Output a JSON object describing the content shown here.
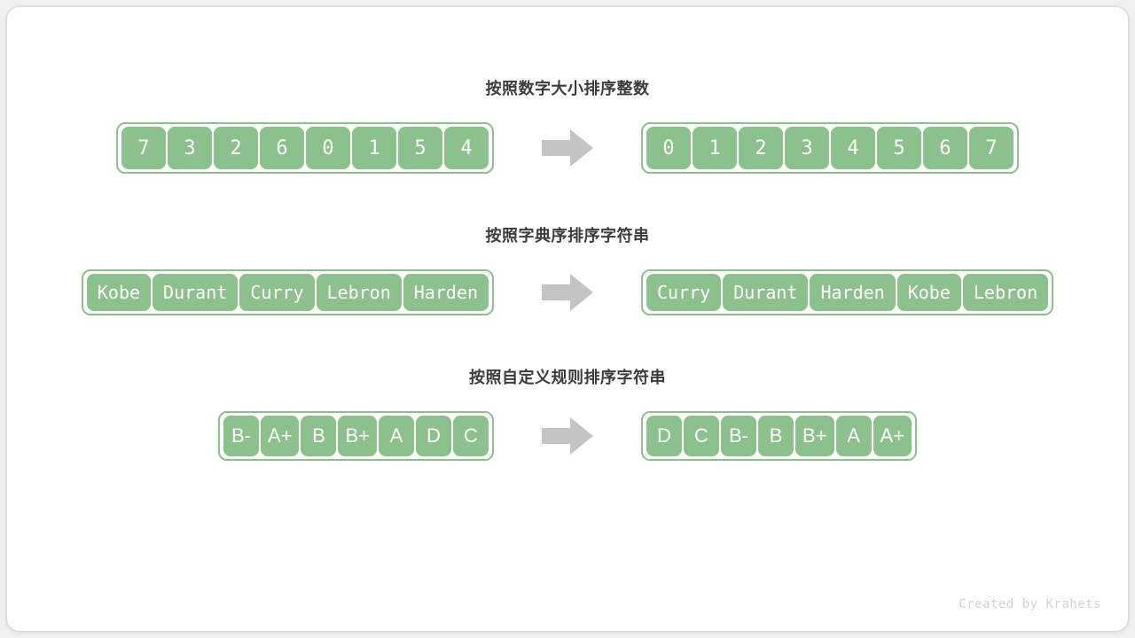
{
  "canvas": {
    "background": "#f0f0f0",
    "card_background": "#ffffff"
  },
  "colors": {
    "cell_fill": "#8cc08c",
    "cell_text": "#ffffff",
    "container_border": "#8cc08c",
    "title_text": "#3c3c3c",
    "arrow_fill": "#c4c4c4",
    "footer_text": "#d2d2d2"
  },
  "sections": [
    {
      "title": "按照数字大小排序整数",
      "kind": "num",
      "before": [
        "7",
        "3",
        "2",
        "6",
        "0",
        "1",
        "5",
        "4"
      ],
      "after": [
        "0",
        "1",
        "2",
        "3",
        "4",
        "5",
        "6",
        "7"
      ],
      "arrow": "right-arrow-icon"
    },
    {
      "title": "按照字典序排序字符串",
      "kind": "str",
      "before": [
        "Kobe",
        "Durant",
        "Curry",
        "Lebron",
        "Harden"
      ],
      "after": [
        "Curry",
        "Durant",
        "Harden",
        "Kobe",
        "Lebron"
      ],
      "arrow": "right-arrow-icon"
    },
    {
      "title": "按照自定义规则排序字符串",
      "kind": "grade",
      "before": [
        "B-",
        "A+",
        "B",
        "B+",
        "A",
        "D",
        "C"
      ],
      "after": [
        "D",
        "C",
        "B-",
        "B",
        "B+",
        "A",
        "A+"
      ],
      "arrow": "right-arrow-icon"
    }
  ],
  "footer": {
    "credit": "Created by Krahets"
  }
}
